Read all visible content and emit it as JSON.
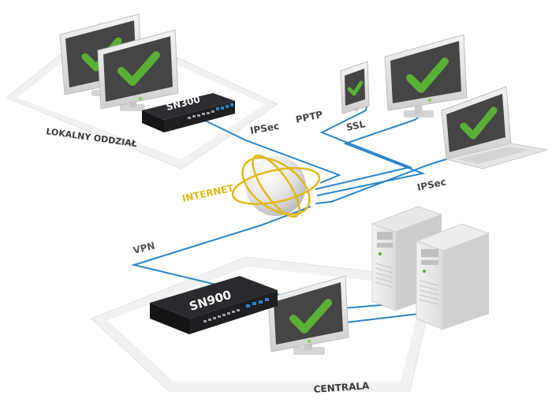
{
  "labels": {
    "branch": "LOKALNY ODDZIAŁ",
    "hq": "CENTRALA",
    "internet": "INTERNET",
    "vpn": "VPN",
    "ipsec_branch": "IPSec",
    "ipsec_remote": "IPSec",
    "pptp": "PPTP",
    "ssl": "SSL",
    "device_branch": "SN300",
    "device_hq": "SN900"
  },
  "icons": {
    "check": "check-icon",
    "globe": "globe-icon"
  },
  "colors": {
    "link": "#2a85c9",
    "check": "#5ab034",
    "internet": "#e2b818",
    "platform": "#f1f1f1",
    "label": "#3a3a3a",
    "appliance": "#1f1f22",
    "screen": "#454545"
  }
}
